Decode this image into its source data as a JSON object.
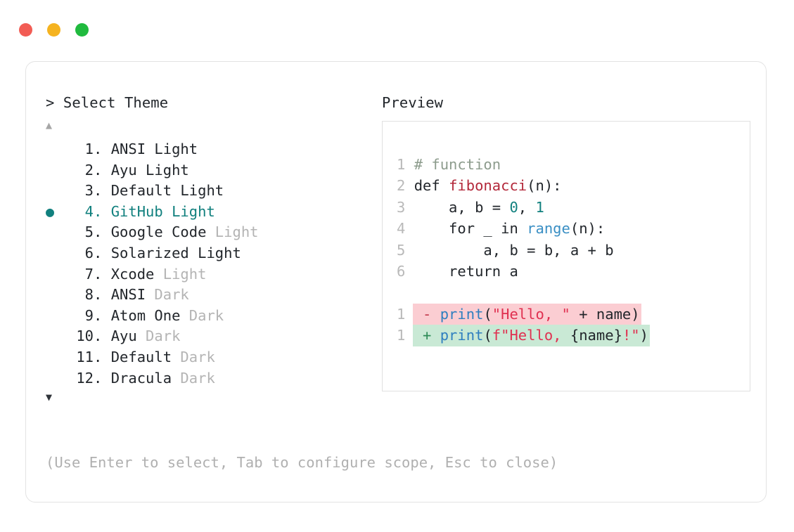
{
  "window": {
    "traffic_lights": [
      {
        "name": "close",
        "color": "#f25c54"
      },
      {
        "name": "minimize",
        "color": "#f5b320"
      },
      {
        "name": "maximize",
        "color": "#20ba3e"
      }
    ]
  },
  "colors": {
    "accent_teal": "#11807e",
    "text": "#22262b",
    "dim": "#b4b4b4",
    "panel_border": "#e3e3e3",
    "diff_del_bg": "#fbcdd2",
    "diff_add_bg": "#c9e9d5"
  },
  "prompt": {
    "marker": ">",
    "title": "Select Theme",
    "header_text": "> Select Theme"
  },
  "scroll": {
    "up_arrow": "▲",
    "down_arrow": "▼",
    "up_active": false,
    "down_active": true
  },
  "list": {
    "selected_index": 4,
    "bullet_glyph": "●",
    "items": [
      {
        "number": "1",
        "sep": ". ",
        "name": "ANSI",
        "suffix": " Light",
        "suffix_dim": false,
        "bullet": "",
        "selected": false
      },
      {
        "number": "2",
        "sep": ". ",
        "name": "Ayu",
        "suffix": " Light",
        "suffix_dim": false,
        "bullet": "",
        "selected": false
      },
      {
        "number": "3",
        "sep": ". ",
        "name": "Default",
        "suffix": " Light",
        "suffix_dim": false,
        "bullet": "",
        "selected": false
      },
      {
        "number": "4",
        "sep": ". ",
        "name": "GitHub",
        "suffix": " Light",
        "suffix_dim": false,
        "bullet": "●",
        "selected": true
      },
      {
        "number": "5",
        "sep": ". ",
        "name": "Google Code",
        "suffix": " Light",
        "suffix_dim": true,
        "bullet": "",
        "selected": false
      },
      {
        "number": "6",
        "sep": ". ",
        "name": "Solarized",
        "suffix": " Light",
        "suffix_dim": false,
        "bullet": "",
        "selected": false
      },
      {
        "number": "7",
        "sep": ". ",
        "name": "Xcode",
        "suffix": " Light",
        "suffix_dim": true,
        "bullet": "",
        "selected": false
      },
      {
        "number": "8",
        "sep": ". ",
        "name": "ANSI",
        "suffix": " Dark",
        "suffix_dim": true,
        "bullet": "",
        "selected": false
      },
      {
        "number": "9",
        "sep": ". ",
        "name": "Atom One",
        "suffix": " Dark",
        "suffix_dim": true,
        "bullet": "",
        "selected": false
      },
      {
        "number": "10",
        "sep": ". ",
        "name": "Ayu",
        "suffix": " Dark",
        "suffix_dim": true,
        "bullet": "",
        "selected": false
      },
      {
        "number": "11",
        "sep": ". ",
        "name": "Default",
        "suffix": " Dark",
        "suffix_dim": true,
        "bullet": "",
        "selected": false
      },
      {
        "number": "12",
        "sep": ". ",
        "name": "Dracula",
        "suffix": " Dark",
        "suffix_dim": true,
        "bullet": "",
        "selected": false
      }
    ]
  },
  "hint": "(Use Enter to select, Tab to configure scope, Esc to close)",
  "preview": {
    "label": "Preview",
    "code_lines": [
      {
        "gutter": "1",
        "tokens": [
          {
            "t": "# function",
            "c": "tk-cmt"
          }
        ]
      },
      {
        "gutter": "2",
        "tokens": [
          {
            "t": "def ",
            "c": "tk-kw"
          },
          {
            "t": "fibonacci",
            "c": "tk-fn"
          },
          {
            "t": "(n):",
            "c": "tk-plain"
          }
        ]
      },
      {
        "gutter": "3",
        "tokens": [
          {
            "t": "    a, b = ",
            "c": "tk-plain"
          },
          {
            "t": "0",
            "c": "tk-num"
          },
          {
            "t": ", ",
            "c": "tk-plain"
          },
          {
            "t": "1",
            "c": "tk-num"
          }
        ]
      },
      {
        "gutter": "4",
        "tokens": [
          {
            "t": "    for _ in ",
            "c": "tk-plain"
          },
          {
            "t": "range",
            "c": "tk-bi"
          },
          {
            "t": "(n):",
            "c": "tk-plain"
          }
        ]
      },
      {
        "gutter": "5",
        "tokens": [
          {
            "t": "        a, b = b, a + b",
            "c": "tk-plain"
          }
        ]
      },
      {
        "gutter": "6",
        "tokens": [
          {
            "t": "    return a",
            "c": "tk-plain"
          }
        ]
      },
      {
        "gutter": "",
        "tokens": []
      }
    ],
    "diff_lines": [
      {
        "gutter": "1",
        "kind": "del",
        "tokens": [
          {
            "t": " - ",
            "c": "tk-del-sign"
          },
          {
            "t": "print",
            "c": "tk-call"
          },
          {
            "t": "(",
            "c": "tk-plain"
          },
          {
            "t": "\"Hello, \"",
            "c": "tk-str"
          },
          {
            "t": " + name)",
            "c": "tk-plain"
          }
        ]
      },
      {
        "gutter": "1",
        "kind": "add",
        "tokens": [
          {
            "t": " + ",
            "c": "tk-add-sign"
          },
          {
            "t": "print",
            "c": "tk-call"
          },
          {
            "t": "(",
            "c": "tk-plain"
          },
          {
            "t": "f\"Hello, ",
            "c": "tk-str"
          },
          {
            "t": "{name}",
            "c": "tk-plain"
          },
          {
            "t": "!\"",
            "c": "tk-str"
          },
          {
            "t": ")",
            "c": "tk-plain"
          }
        ]
      }
    ]
  }
}
